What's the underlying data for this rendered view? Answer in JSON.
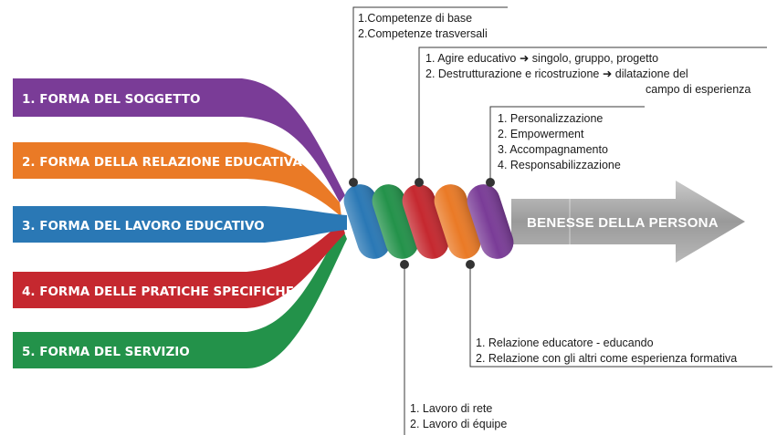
{
  "colors": {
    "purple": "#7a3c97",
    "orange": "#ea7a26",
    "blue": "#2a78b5",
    "red": "#c5282f",
    "green": "#23924a",
    "arrow": "#9b9b9b"
  },
  "bands": [
    {
      "label": "1. FORMA DEL SOGGETTO",
      "color": "#7a3c97"
    },
    {
      "label": "2. FORMA DELLA RELAZIONE EDUCATIVA",
      "color": "#ea7a26"
    },
    {
      "label": "3. FORMA DEL LAVORO EDUCATIVO",
      "color": "#2a78b5"
    },
    {
      "label": "4. FORMA DELLE PRATICHE SPECIFICHE",
      "color": "#c5282f"
    },
    {
      "label": "5. FORMA DEL SERVIZIO",
      "color": "#23924a"
    }
  ],
  "arrow": {
    "label": "BENESSE DELLA PERSONA"
  },
  "callouts": {
    "competenze": [
      "1.Competenze di base",
      "2.Competenze trasversali"
    ],
    "agire": [
      "1. Agire educativo ➜ singolo, gruppo, progetto",
      "2. Destrutturazione e ricostruzione ➜ dilatazione del",
      "campo di esperienza"
    ],
    "persona": [
      "1. Personalizzazione",
      "2. Empowerment",
      "3. Accompagnamento",
      "4. Responsabilizzazione"
    ],
    "relazione": [
      "1. Relazione educatore - educando",
      "2. Relazione con gli altri come esperienza formativa"
    ],
    "lavoro": [
      "1. Lavoro di rete",
      "2. Lavoro di équipe"
    ]
  }
}
